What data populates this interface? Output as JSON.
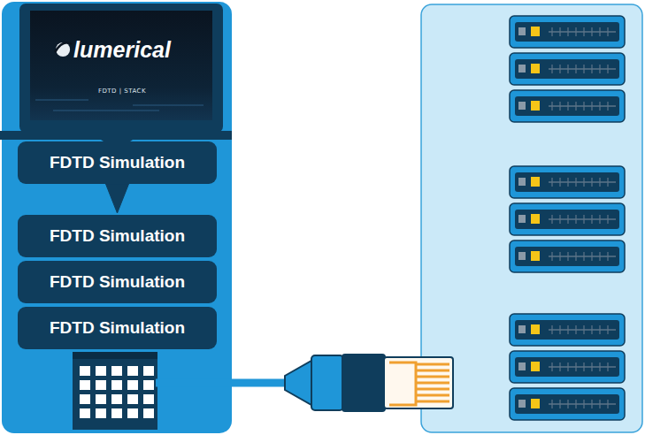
{
  "diagram": {
    "nodes": [
      {
        "text": [
          "lumerical",
          "FDTD | STACK"
        ]
      },
      {
        "text": [
          "FDTD Simulation"
        ]
      },
      {
        "text": [
          "FDTD Simulation"
        ]
      },
      {
        "text": [
          "FDTD Simulation"
        ]
      },
      {
        "text": [
          "FDTD Simulation"
        ]
      }
    ],
    "edges": [
      {
        "from": 1,
        "to": 2,
        "arrow": "to"
      }
    ]
  }
}
